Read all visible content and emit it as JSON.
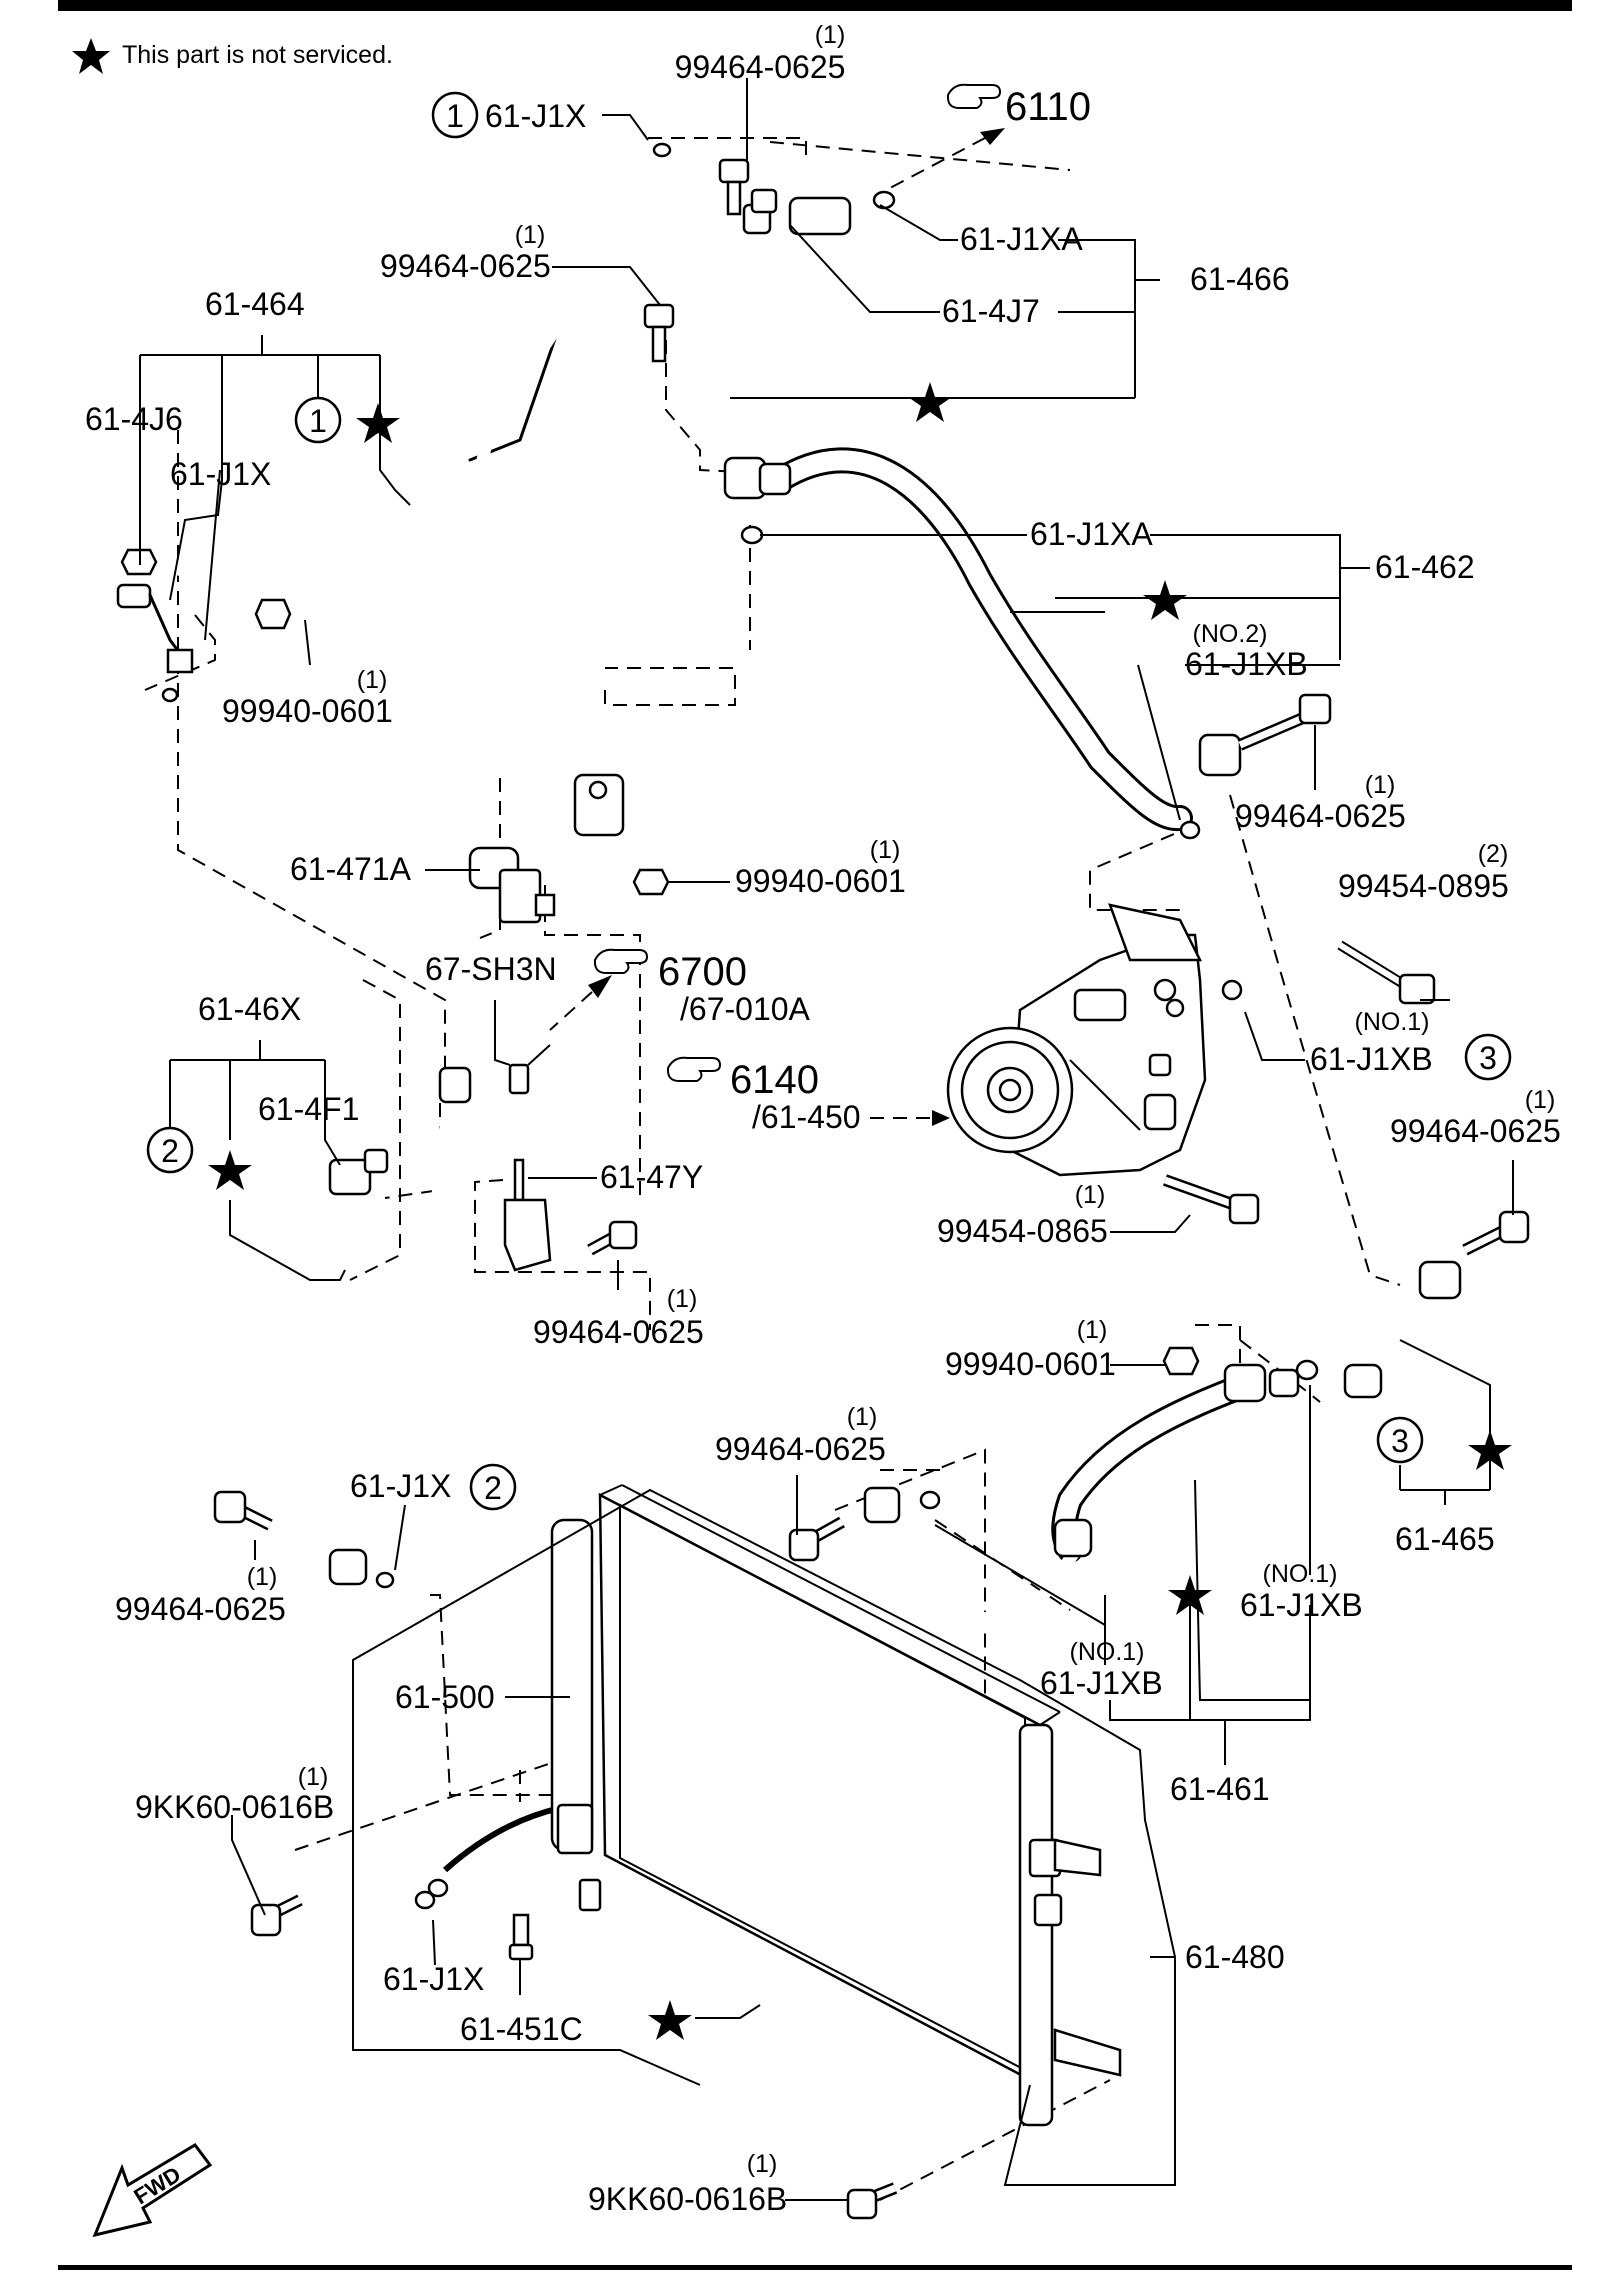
{
  "note": {
    "text": "This part is not serviced."
  },
  "refs": {
    "ref_6110": "6110",
    "ref_6700": "6700",
    "ref_67010a": "/67-010A",
    "ref_6140": "6140",
    "ref_61450": "/61-450"
  },
  "callouts": {
    "circle_1_top": "1",
    "circle_1_464": "1",
    "circle_2_46x": "2",
    "circle_2_j1x": "2",
    "circle_3_j1xb": "3",
    "circle_3_465": "3"
  },
  "labels": {
    "p_99464_0625_top": "99464-0625",
    "q_99464_0625_top": "(1)",
    "p_61j1x_top": "61-J1X",
    "p_61j1xa_top": "61-J1XA",
    "p_61466": "61-466",
    "p_614j7": "61-4J7",
    "p_99464_0625_left": "99464-0625",
    "q_99464_0625_left": "(1)",
    "p_61464": "61-464",
    "p_614j6": "61-4J6",
    "p_61j1x_464": "61-J1X",
    "p_99940_0601_a": "99940-0601",
    "q_99940_0601_a": "(1)",
    "p_61j1xa_462": "61-J1XA",
    "p_61462": "61-462",
    "q_no2": "(NO.2)",
    "p_61j1xb_462": "61-J1XB",
    "p_99464_0625_462": "99464-0625",
    "q_99464_0625_462": "(1)",
    "p_61471a": "61-471A",
    "p_99940_0601_b": "99940-0601",
    "q_99940_0601_b": "(1)",
    "p_99454_0895": "99454-0895",
    "q_99454_0895": "(2)",
    "p_67sh3n": "67-SH3N",
    "q_no1_comp": "(NO.1)",
    "p_61j1xb_comp": "61-J1XB",
    "p_6146x": "61-46X",
    "p_614f1": "61-4F1",
    "p_61j1x_lower": "61-J1X",
    "p_6147y": "61-47Y",
    "p_99454_0865": "99454-0865",
    "q_99454_0865": "(1)",
    "p_99464_0625_right": "99464-0625",
    "q_99464_0625_right": "(1)",
    "p_99464_0625_47y": "99464-0625",
    "q_99464_0625_47y": "(1)",
    "p_99940_0601_c": "99940-0601",
    "q_99940_0601_c": "(1)",
    "p_99464_0625_461": "99464-0625",
    "q_99464_0625_461": "(1)",
    "p_61465": "61-465",
    "p_99464_0625_ll": "99464-0625",
    "q_99464_0625_ll": "(1)",
    "q_no1_a": "(NO.1)",
    "p_61j1xb_a": "61-J1XB",
    "q_no1_b": "(NO.1)",
    "p_61j1xb_b": "61-J1XB",
    "p_61500": "61-500",
    "p_61461": "61-461",
    "p_9kk60_a": "9KK60-0616B",
    "q_9kk60_a": "(1)",
    "p_61j1x_bottom": "61-J1X",
    "p_61480": "61-480",
    "p_61451c": "61-451C",
    "p_9kk60_b": "9KK60-0616B",
    "q_9kk60_b": "(1)",
    "fwd": "FWD"
  }
}
